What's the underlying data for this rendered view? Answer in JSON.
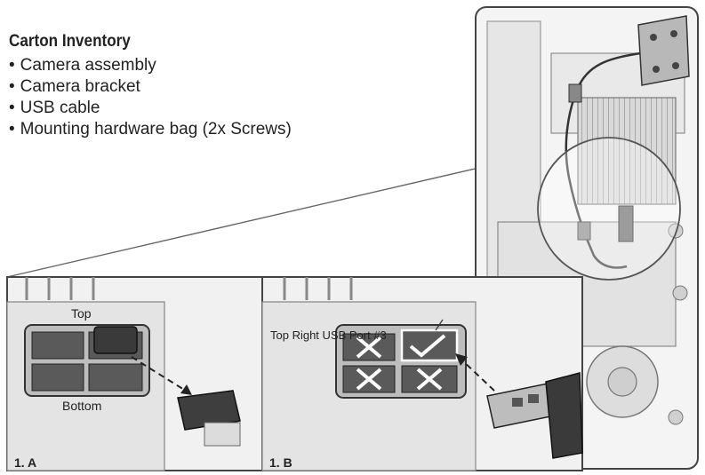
{
  "inventory": {
    "title": "Carton Inventory",
    "items": [
      "Camera assembly",
      "Camera bracket",
      "USB cable",
      "Mounting hardware bag (2x Screws)"
    ]
  },
  "panel_a": {
    "step_label": "1. A",
    "top_label": "Top",
    "bottom_label": "Bottom"
  },
  "panel_b": {
    "step_label": "1. B",
    "port_label": "Top Right USB Port #3"
  }
}
